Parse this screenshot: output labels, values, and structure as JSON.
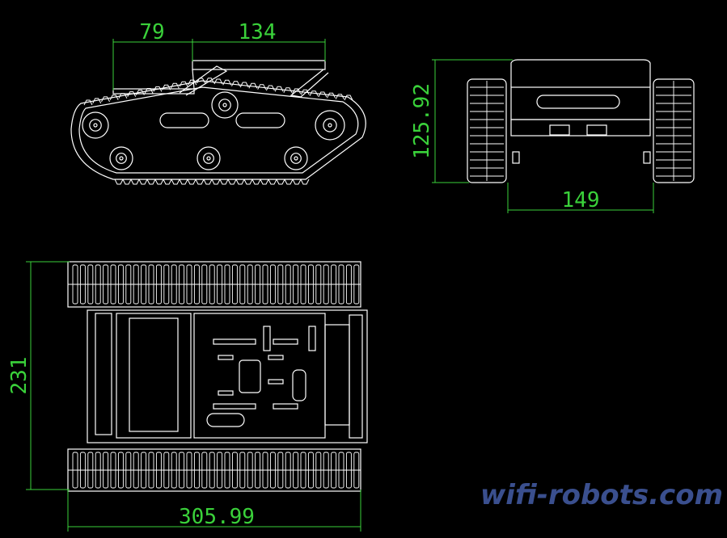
{
  "drawing": {
    "views": [
      "side-view",
      "rear-view",
      "top-view"
    ],
    "dimensions": {
      "side_front_section": "79",
      "side_rear_section": "134",
      "rear_height": "125.92",
      "rear_width": "149",
      "top_width": "231",
      "top_length": "305.99"
    },
    "watermark": "wifi-robots.com"
  },
  "colors": {
    "background": "#000000",
    "line": "#ffffff",
    "dimension": "#3ad13a",
    "watermark": "#3a4f8e"
  }
}
